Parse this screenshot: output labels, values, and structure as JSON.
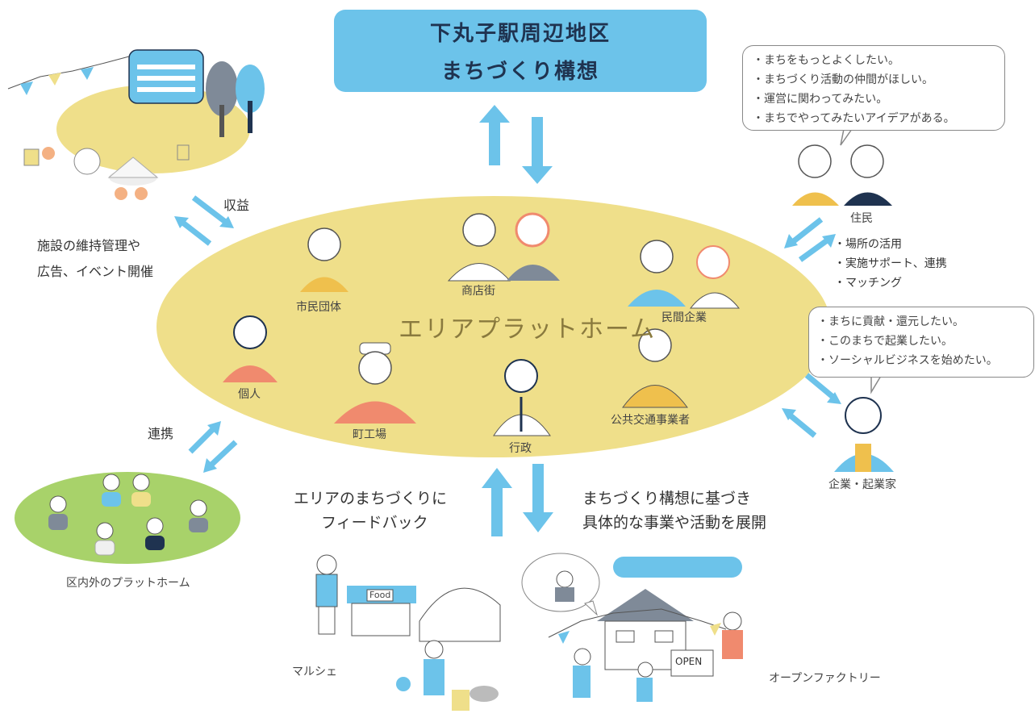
{
  "title": {
    "line1": "下丸子駅周辺地区",
    "line2": "まちづくり構想"
  },
  "center_label": "エリアプラットホーム",
  "platform_members": {
    "civic_group": "市民団体",
    "shopping_street": "商店街",
    "private_company": "民間企業",
    "individual": "個人",
    "factory": "町工場",
    "government": "行政",
    "public_transport": "公共交通事業者"
  },
  "left_top": {
    "arrow_label": "収益",
    "line1": "施設の維持管理や",
    "line2": "広告、イベント開催"
  },
  "left_bottom": {
    "arrow_label": "連携",
    "caption": "区内外のプラットホーム"
  },
  "residents": {
    "bubble": [
      "・まちをもっとよくしたい。",
      "・まちづくり活動の仲間がほしい。",
      "・運営に関わってみたい。",
      "・まちでやってみたいアイデアがある。"
    ],
    "caption": "住民",
    "support": [
      "・場所の活用",
      "・実施サポート、連携",
      "・マッチング"
    ]
  },
  "entrepreneurs": {
    "bubble": [
      "・まちに貢献・還元したい。",
      "・このまちで起業したい。",
      "・ソーシャルビジネスを始めたい。"
    ],
    "caption": "企業・起業家"
  },
  "bottom": {
    "feedback": [
      "エリアのまちづくりに",
      "フィードバック"
    ],
    "develop": [
      "まちづくり構想に基づき",
      "具体的な事業や活動を展開"
    ],
    "marche": "マルシェ",
    "open_factory": "オープンファクトリー",
    "food_sign": "Food",
    "open_sign": "OPEN"
  },
  "colors": {
    "arrow": "#6cc3ea",
    "ellipse": "#efdf8a",
    "green": "#a8d26a",
    "title_bg": "#6cc3ea",
    "title_text": "#1f3350"
  }
}
